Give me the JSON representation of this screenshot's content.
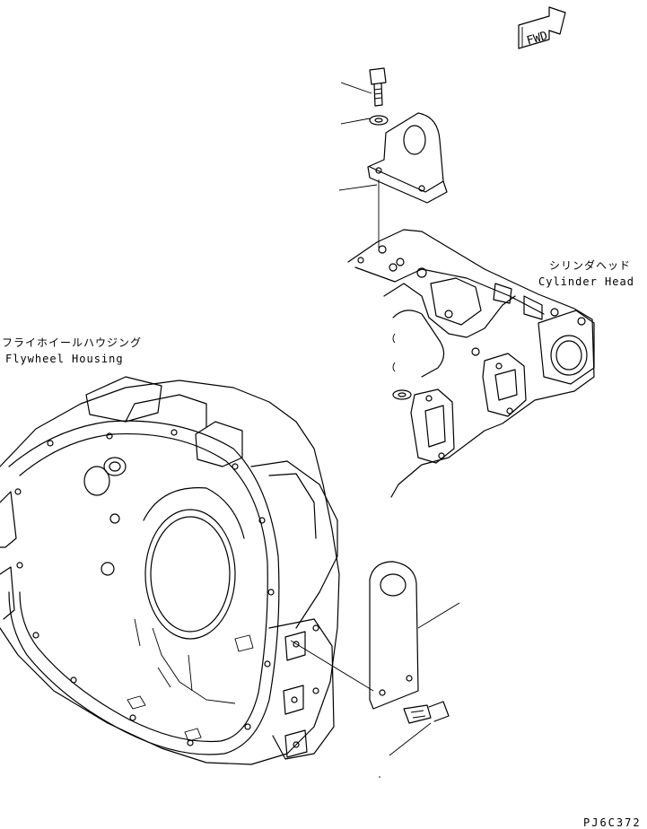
{
  "orientation": {
    "label": "FWD"
  },
  "labels": {
    "cylinder_head_jp": "シリンダヘッド",
    "cylinder_head_en": "Cylinder Head",
    "flywheel_housing_jp": "フライホイールハウジング",
    "flywheel_housing_en": "Flywheel Housing"
  },
  "drawing_code": "PJ6C372"
}
